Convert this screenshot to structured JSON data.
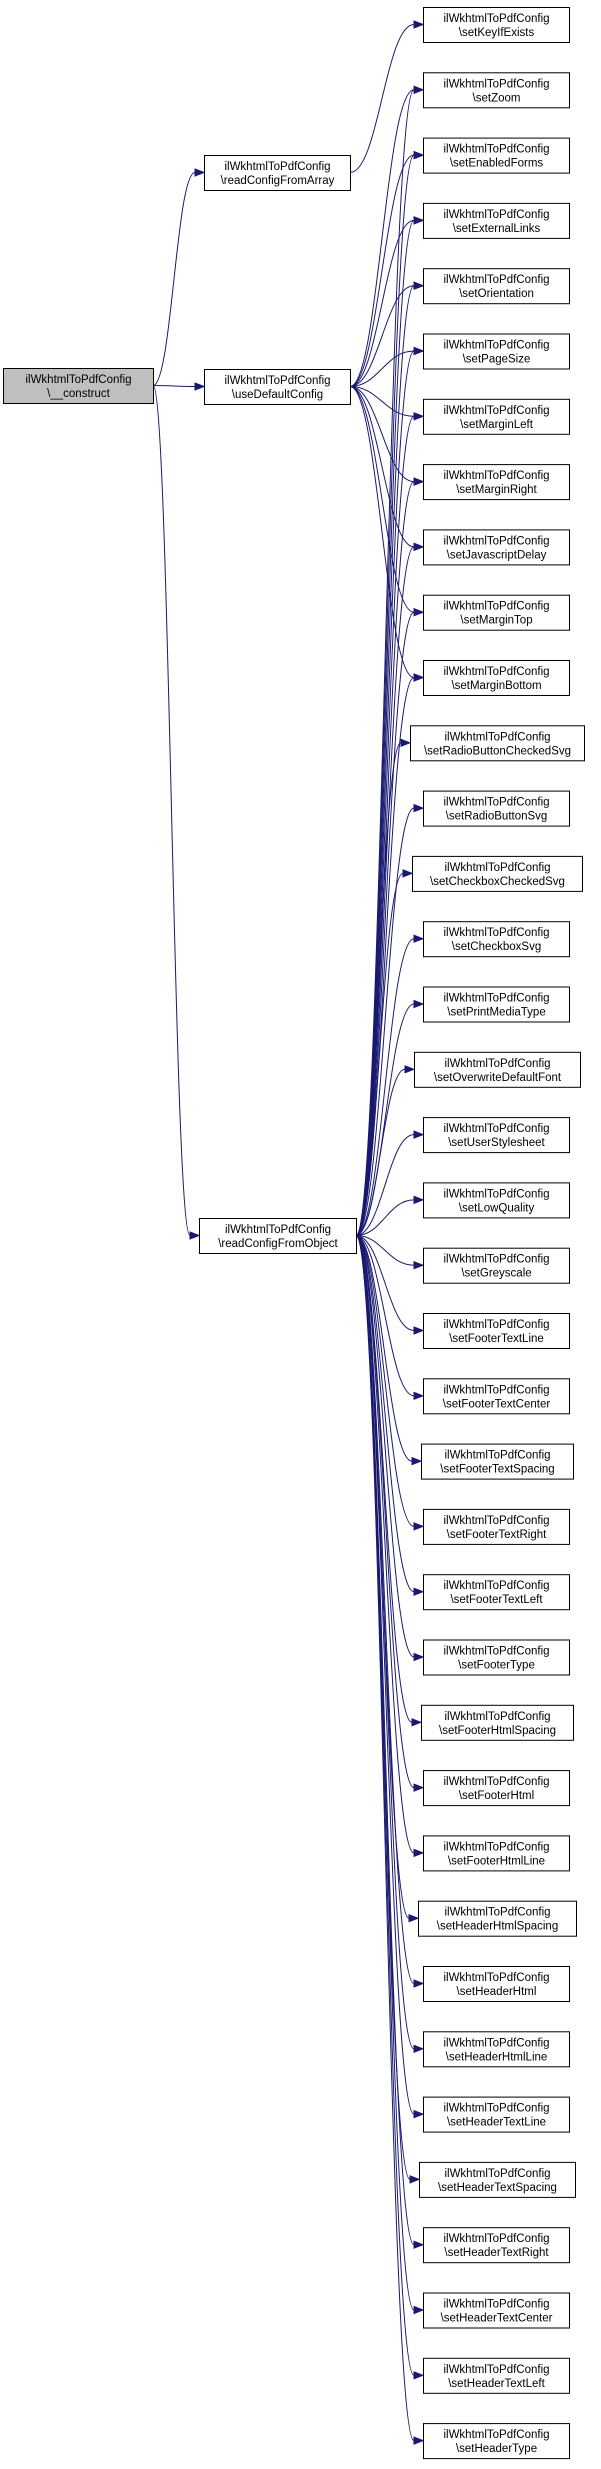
{
  "nodes": {
    "construct": {
      "line1": "ilWkhtmlToPdfConfig",
      "line2": "\\__construct"
    },
    "readConfigFromArray": {
      "line1": "ilWkhtmlToPdfConfig",
      "line2": "\\readConfigFromArray"
    },
    "useDefaultConfig": {
      "line1": "ilWkhtmlToPdfConfig",
      "line2": "\\useDefaultConfig"
    },
    "readConfigFromObject": {
      "line1": "ilWkhtmlToPdfConfig",
      "line2": "\\readConfigFromObject"
    },
    "setKeyIfExists": {
      "line1": "ilWkhtmlToPdfConfig",
      "line2": "\\setKeyIfExists"
    },
    "setZoom": {
      "line1": "ilWkhtmlToPdfConfig",
      "line2": "\\setZoom"
    },
    "setEnabledForms": {
      "line1": "ilWkhtmlToPdfConfig",
      "line2": "\\setEnabledForms"
    },
    "setExternalLinks": {
      "line1": "ilWkhtmlToPdfConfig",
      "line2": "\\setExternalLinks"
    },
    "setOrientation": {
      "line1": "ilWkhtmlToPdfConfig",
      "line2": "\\setOrientation"
    },
    "setPageSize": {
      "line1": "ilWkhtmlToPdfConfig",
      "line2": "\\setPageSize"
    },
    "setMarginLeft": {
      "line1": "ilWkhtmlToPdfConfig",
      "line2": "\\setMarginLeft"
    },
    "setMarginRight": {
      "line1": "ilWkhtmlToPdfConfig",
      "line2": "\\setMarginRight"
    },
    "setJavascriptDelay": {
      "line1": "ilWkhtmlToPdfConfig",
      "line2": "\\setJavascriptDelay"
    },
    "setMarginTop": {
      "line1": "ilWkhtmlToPdfConfig",
      "line2": "\\setMarginTop"
    },
    "setMarginBottom": {
      "line1": "ilWkhtmlToPdfConfig",
      "line2": "\\setMarginBottom"
    },
    "setRadioButtonCheckedSvg": {
      "line1": "ilWkhtmlToPdfConfig",
      "line2": "\\setRadioButtonCheckedSvg"
    },
    "setRadioButtonSvg": {
      "line1": "ilWkhtmlToPdfConfig",
      "line2": "\\setRadioButtonSvg"
    },
    "setCheckboxCheckedSvg": {
      "line1": "ilWkhtmlToPdfConfig",
      "line2": "\\setCheckboxCheckedSvg"
    },
    "setCheckboxSvg": {
      "line1": "ilWkhtmlToPdfConfig",
      "line2": "\\setCheckboxSvg"
    },
    "setPrintMediaType": {
      "line1": "ilWkhtmlToPdfConfig",
      "line2": "\\setPrintMediaType"
    },
    "setOverwriteDefaultFont": {
      "line1": "ilWkhtmlToPdfConfig",
      "line2": "\\setOverwriteDefaultFont"
    },
    "setUserStylesheet": {
      "line1": "ilWkhtmlToPdfConfig",
      "line2": "\\setUserStylesheet"
    },
    "setLowQuality": {
      "line1": "ilWkhtmlToPdfConfig",
      "line2": "\\setLowQuality"
    },
    "setGreyscale": {
      "line1": "ilWkhtmlToPdfConfig",
      "line2": "\\setGreyscale"
    },
    "setFooterTextLine": {
      "line1": "ilWkhtmlToPdfConfig",
      "line2": "\\setFooterTextLine"
    },
    "setFooterTextCenter": {
      "line1": "ilWkhtmlToPdfConfig",
      "line2": "\\setFooterTextCenter"
    },
    "setFooterTextSpacing": {
      "line1": "ilWkhtmlToPdfConfig",
      "line2": "\\setFooterTextSpacing"
    },
    "setFooterTextRight": {
      "line1": "ilWkhtmlToPdfConfig",
      "line2": "\\setFooterTextRight"
    },
    "setFooterTextLeft": {
      "line1": "ilWkhtmlToPdfConfig",
      "line2": "\\setFooterTextLeft"
    },
    "setFooterType": {
      "line1": "ilWkhtmlToPdfConfig",
      "line2": "\\setFooterType"
    },
    "setFooterHtmlSpacing": {
      "line1": "ilWkhtmlToPdfConfig",
      "line2": "\\setFooterHtmlSpacing"
    },
    "setFooterHtml": {
      "line1": "ilWkhtmlToPdfConfig",
      "line2": "\\setFooterHtml"
    },
    "setFooterHtmlLine": {
      "line1": "ilWkhtmlToPdfConfig",
      "line2": "\\setFooterHtmlLine"
    },
    "setHeaderHtmlSpacing": {
      "line1": "ilWkhtmlToPdfConfig",
      "line2": "\\setHeaderHtmlSpacing"
    },
    "setHeaderHtml": {
      "line1": "ilWkhtmlToPdfConfig",
      "line2": "\\setHeaderHtml"
    },
    "setHeaderHtmlLine": {
      "line1": "ilWkhtmlToPdfConfig",
      "line2": "\\setHeaderHtmlLine"
    },
    "setHeaderTextLine": {
      "line1": "ilWkhtmlToPdfConfig",
      "line2": "\\setHeaderTextLine"
    },
    "setHeaderTextSpacing": {
      "line1": "ilWkhtmlToPdfConfig",
      "line2": "\\setHeaderTextSpacing"
    },
    "setHeaderTextRight": {
      "line1": "ilWkhtmlToPdfConfig",
      "line2": "\\setHeaderTextRight"
    },
    "setHeaderTextCenter": {
      "line1": "ilWkhtmlToPdfConfig",
      "line2": "\\setHeaderTextCenter"
    },
    "setHeaderTextLeft": {
      "line1": "ilWkhtmlToPdfConfig",
      "line2": "\\setHeaderTextLeft"
    },
    "setHeaderType": {
      "line1": "ilWkhtmlToPdfConfig",
      "line2": "\\setHeaderType"
    }
  },
  "edges": [
    [
      "construct",
      "readConfigFromArray"
    ],
    [
      "construct",
      "useDefaultConfig"
    ],
    [
      "construct",
      "readConfigFromObject"
    ],
    [
      "readConfigFromArray",
      "setKeyIfExists"
    ],
    [
      "useDefaultConfig",
      "setZoom"
    ],
    [
      "useDefaultConfig",
      "setEnabledForms"
    ],
    [
      "useDefaultConfig",
      "setExternalLinks"
    ],
    [
      "useDefaultConfig",
      "setOrientation"
    ],
    [
      "useDefaultConfig",
      "setPageSize"
    ],
    [
      "useDefaultConfig",
      "setMarginLeft"
    ],
    [
      "useDefaultConfig",
      "setMarginRight"
    ],
    [
      "useDefaultConfig",
      "setJavascriptDelay"
    ],
    [
      "useDefaultConfig",
      "setMarginTop"
    ],
    [
      "useDefaultConfig",
      "setMarginBottom"
    ],
    [
      "readConfigFromObject",
      "setZoom"
    ],
    [
      "readConfigFromObject",
      "setEnabledForms"
    ],
    [
      "readConfigFromObject",
      "setExternalLinks"
    ],
    [
      "readConfigFromObject",
      "setOrientation"
    ],
    [
      "readConfigFromObject",
      "setPageSize"
    ],
    [
      "readConfigFromObject",
      "setMarginLeft"
    ],
    [
      "readConfigFromObject",
      "setMarginRight"
    ],
    [
      "readConfigFromObject",
      "setJavascriptDelay"
    ],
    [
      "readConfigFromObject",
      "setMarginTop"
    ],
    [
      "readConfigFromObject",
      "setMarginBottom"
    ],
    [
      "readConfigFromObject",
      "setRadioButtonCheckedSvg"
    ],
    [
      "readConfigFromObject",
      "setRadioButtonSvg"
    ],
    [
      "readConfigFromObject",
      "setCheckboxCheckedSvg"
    ],
    [
      "readConfigFromObject",
      "setCheckboxSvg"
    ],
    [
      "readConfigFromObject",
      "setPrintMediaType"
    ],
    [
      "readConfigFromObject",
      "setOverwriteDefaultFont"
    ],
    [
      "readConfigFromObject",
      "setUserStylesheet"
    ],
    [
      "readConfigFromObject",
      "setLowQuality"
    ],
    [
      "readConfigFromObject",
      "setGreyscale"
    ],
    [
      "readConfigFromObject",
      "setFooterTextLine"
    ],
    [
      "readConfigFromObject",
      "setFooterTextCenter"
    ],
    [
      "readConfigFromObject",
      "setFooterTextSpacing"
    ],
    [
      "readConfigFromObject",
      "setFooterTextRight"
    ],
    [
      "readConfigFromObject",
      "setFooterTextLeft"
    ],
    [
      "readConfigFromObject",
      "setFooterType"
    ],
    [
      "readConfigFromObject",
      "setFooterHtmlSpacing"
    ],
    [
      "readConfigFromObject",
      "setFooterHtml"
    ],
    [
      "readConfigFromObject",
      "setFooterHtmlLine"
    ],
    [
      "readConfigFromObject",
      "setHeaderHtmlSpacing"
    ],
    [
      "readConfigFromObject",
      "setHeaderHtml"
    ],
    [
      "readConfigFromObject",
      "setHeaderHtmlLine"
    ],
    [
      "readConfigFromObject",
      "setHeaderTextLine"
    ],
    [
      "readConfigFromObject",
      "setHeaderTextSpacing"
    ],
    [
      "readConfigFromObject",
      "setHeaderTextRight"
    ],
    [
      "readConfigFromObject",
      "setHeaderTextCenter"
    ],
    [
      "readConfigFromObject",
      "setHeaderTextLeft"
    ],
    [
      "readConfigFromObject",
      "setHeaderType"
    ]
  ],
  "colors": {
    "edge": "#191970",
    "root_fill": "#bfbfbf",
    "node_fill": "#ffffff",
    "node_border": "#000000"
  }
}
